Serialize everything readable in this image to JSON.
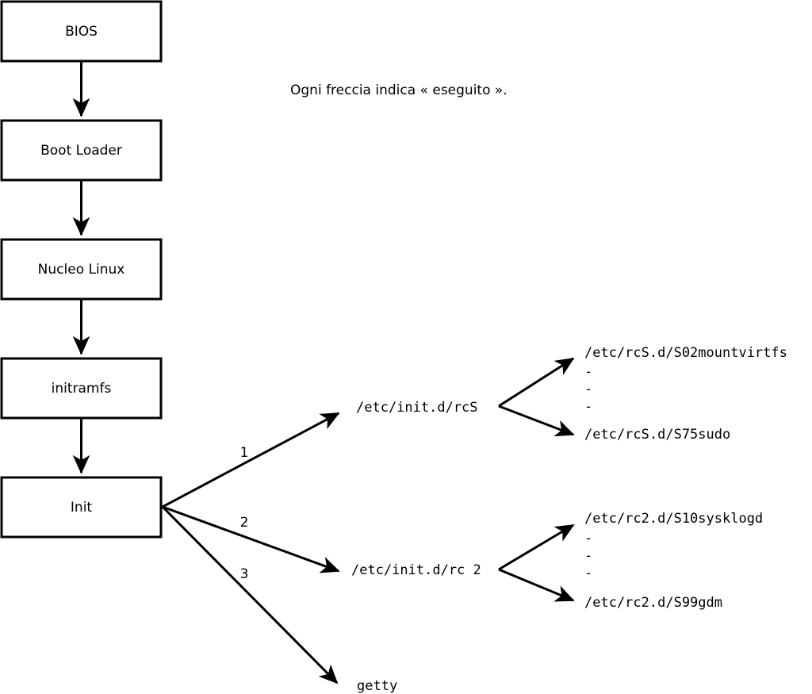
{
  "diagram": {
    "caption": "Ogni freccia indica « eseguito ».",
    "boot_chain": [
      {
        "label": "BIOS"
      },
      {
        "label": "Boot Loader"
      },
      {
        "label": "Nucleo Linux"
      },
      {
        "label": "initramfs"
      },
      {
        "label": "Init"
      }
    ],
    "init_branches": [
      {
        "number": "1",
        "target": "/etc/init.d/rcS"
      },
      {
        "number": "2",
        "target": "/etc/init.d/rc 2"
      },
      {
        "number": "3",
        "target": "getty"
      }
    ],
    "rcs_scripts": {
      "first": "/etc/rcS.d/S02mountvirtfs",
      "ellipsis": [
        "-",
        "-",
        "-"
      ],
      "last": "/etc/rcS.d/S75sudo"
    },
    "rc2_scripts": {
      "first": "/etc/rc2.d/S10sysklogd",
      "ellipsis": [
        "-",
        "-",
        "-"
      ],
      "last": "/etc/rc2.d/S99gdm"
    },
    "colors": {
      "background": "#ffffff",
      "stroke": "#000000",
      "box_fill": "#ffffff",
      "text": "#000000"
    }
  }
}
